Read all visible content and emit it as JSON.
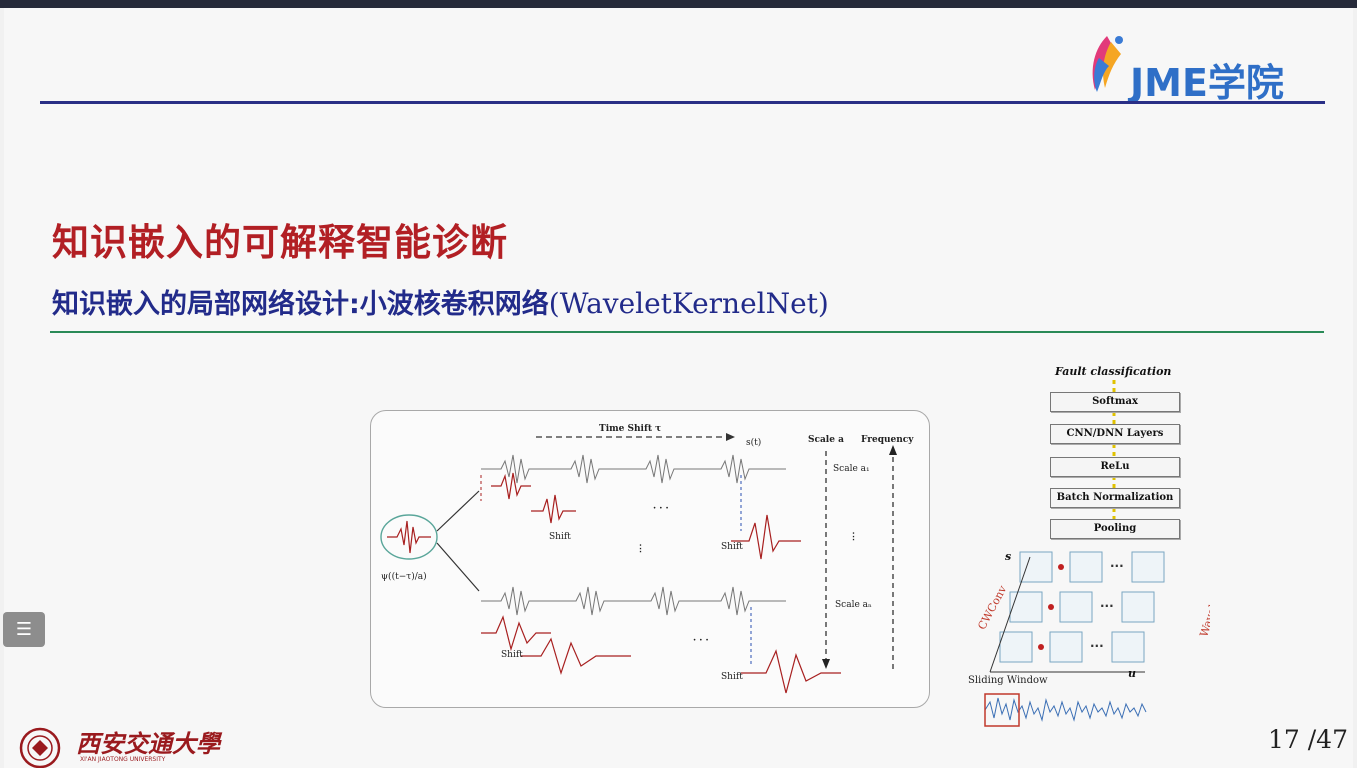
{
  "header": {
    "logo_text": "JME学院"
  },
  "slide": {
    "title": "知识嵌入的可解释智能诊断",
    "subtitle_cn": "知识嵌入的局部网络设计:小波核卷积网络",
    "subtitle_en": "(WaveletKernelNet)"
  },
  "figure_left": {
    "time_shift": "Time Shift τ",
    "signal": "s(t)",
    "scale_a": "Scale a",
    "frequency": "Frequency",
    "scale_a1": "Scale a₁",
    "scale_an": "Scale aₙ",
    "shift": "Shift",
    "dots": "· · ·"
  },
  "figure_right": {
    "title": "Fault classification",
    "layers": [
      "Softmax",
      "CNN/DNN Layers",
      "ReLu",
      "Batch Normalization",
      "Pooling"
    ],
    "cwconv": "CWConv",
    "wavelet_filters": "Wavelet Filters",
    "sliding_window": "Sliding Window",
    "s_label": "s",
    "u_label": "u"
  },
  "footer": {
    "university_cn": "西安交通大學",
    "university_en": "XI'AN JIAOTONG UNIVERSITY",
    "page": "17 /47"
  },
  "colors": {
    "title": "#b21f24",
    "subtitle": "#222b8a",
    "top_rule": "#2a2f86",
    "sub_rule": "#2a8a57",
    "logo": "#2f6fc7",
    "wavelet_red": "#a82020"
  },
  "icons": [
    "jme-logo-icon",
    "menu-icon",
    "xjtu-emblem-icon"
  ]
}
